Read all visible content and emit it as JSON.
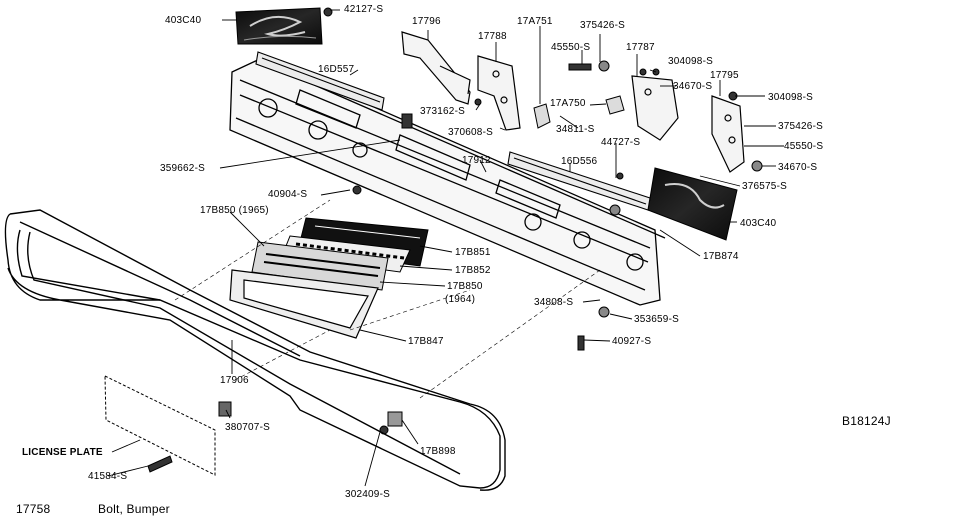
{
  "diagram": {
    "figure_code": "B18124J",
    "part_number": "17758",
    "part_description": "Bolt, Bumper",
    "license_plate_label": "LICENSE PLATE",
    "callouts": {
      "p403C40_top": "403C40",
      "p42127": "42127-S",
      "p17796": "17796",
      "p17A751": "17A751",
      "p375426_top": "375426-S",
      "p17788": "17788",
      "p45550_top": "45550-S",
      "p17787": "17787",
      "p304098_a": "304098-S",
      "p16D557": "16D557",
      "p17795": "17795",
      "p34670_a": "34670-S",
      "p304098_b": "304098-S",
      "p373162": "373162-S",
      "p17A750": "17A750",
      "p370608": "370608-S",
      "p34811": "34811-S",
      "p375426_right": "375426-S",
      "p44727": "44727-S",
      "p45550_right": "45550-S",
      "p359662": "359662-S",
      "p17912": "17912",
      "p16D556": "16D556",
      "p34670_b": "34670-S",
      "p376575": "376575-S",
      "p40904": "40904-S",
      "p17B850_1965": "17B850 (1965)",
      "p403C40_right": "403C40",
      "p17B851": "17B851",
      "p17B874": "17B874",
      "p17B852": "17B852",
      "p17B850_1964a": "17B850",
      "p17B850_1964b": "(1964)",
      "p34808": "34808-S",
      "p353659": "353659-S",
      "p17B847": "17B847",
      "p40927": "40927-S",
      "p17906": "17906",
      "p380707": "380707-S",
      "p17B898": "17B898",
      "p41584": "41584-S",
      "p302409": "302409-S"
    }
  }
}
